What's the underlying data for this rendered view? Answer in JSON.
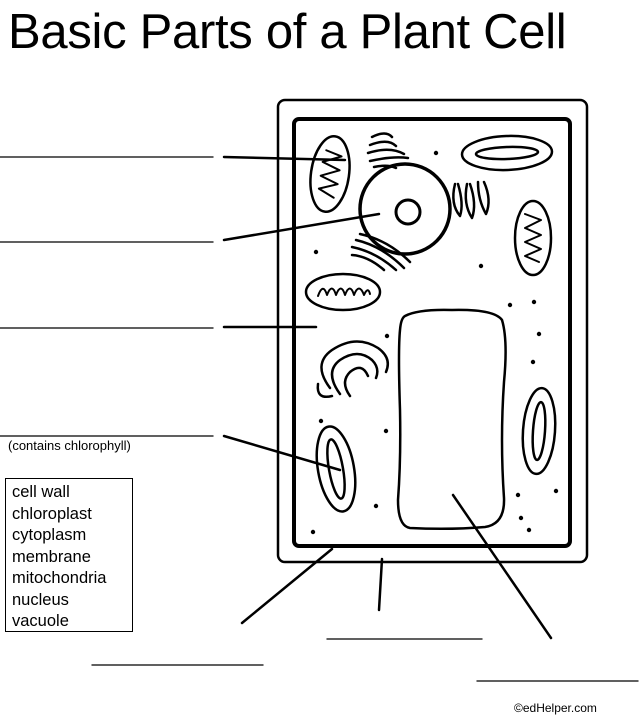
{
  "title": "Basic Parts of a Plant Cell",
  "hint": "(contains chlorophyll)",
  "word_bank": [
    "cell wall",
    "chloroplast",
    "cytoplasm",
    "membrane",
    "mitochondria",
    "nucleus",
    "vacuole"
  ],
  "copyright": "©edHelper.com"
}
